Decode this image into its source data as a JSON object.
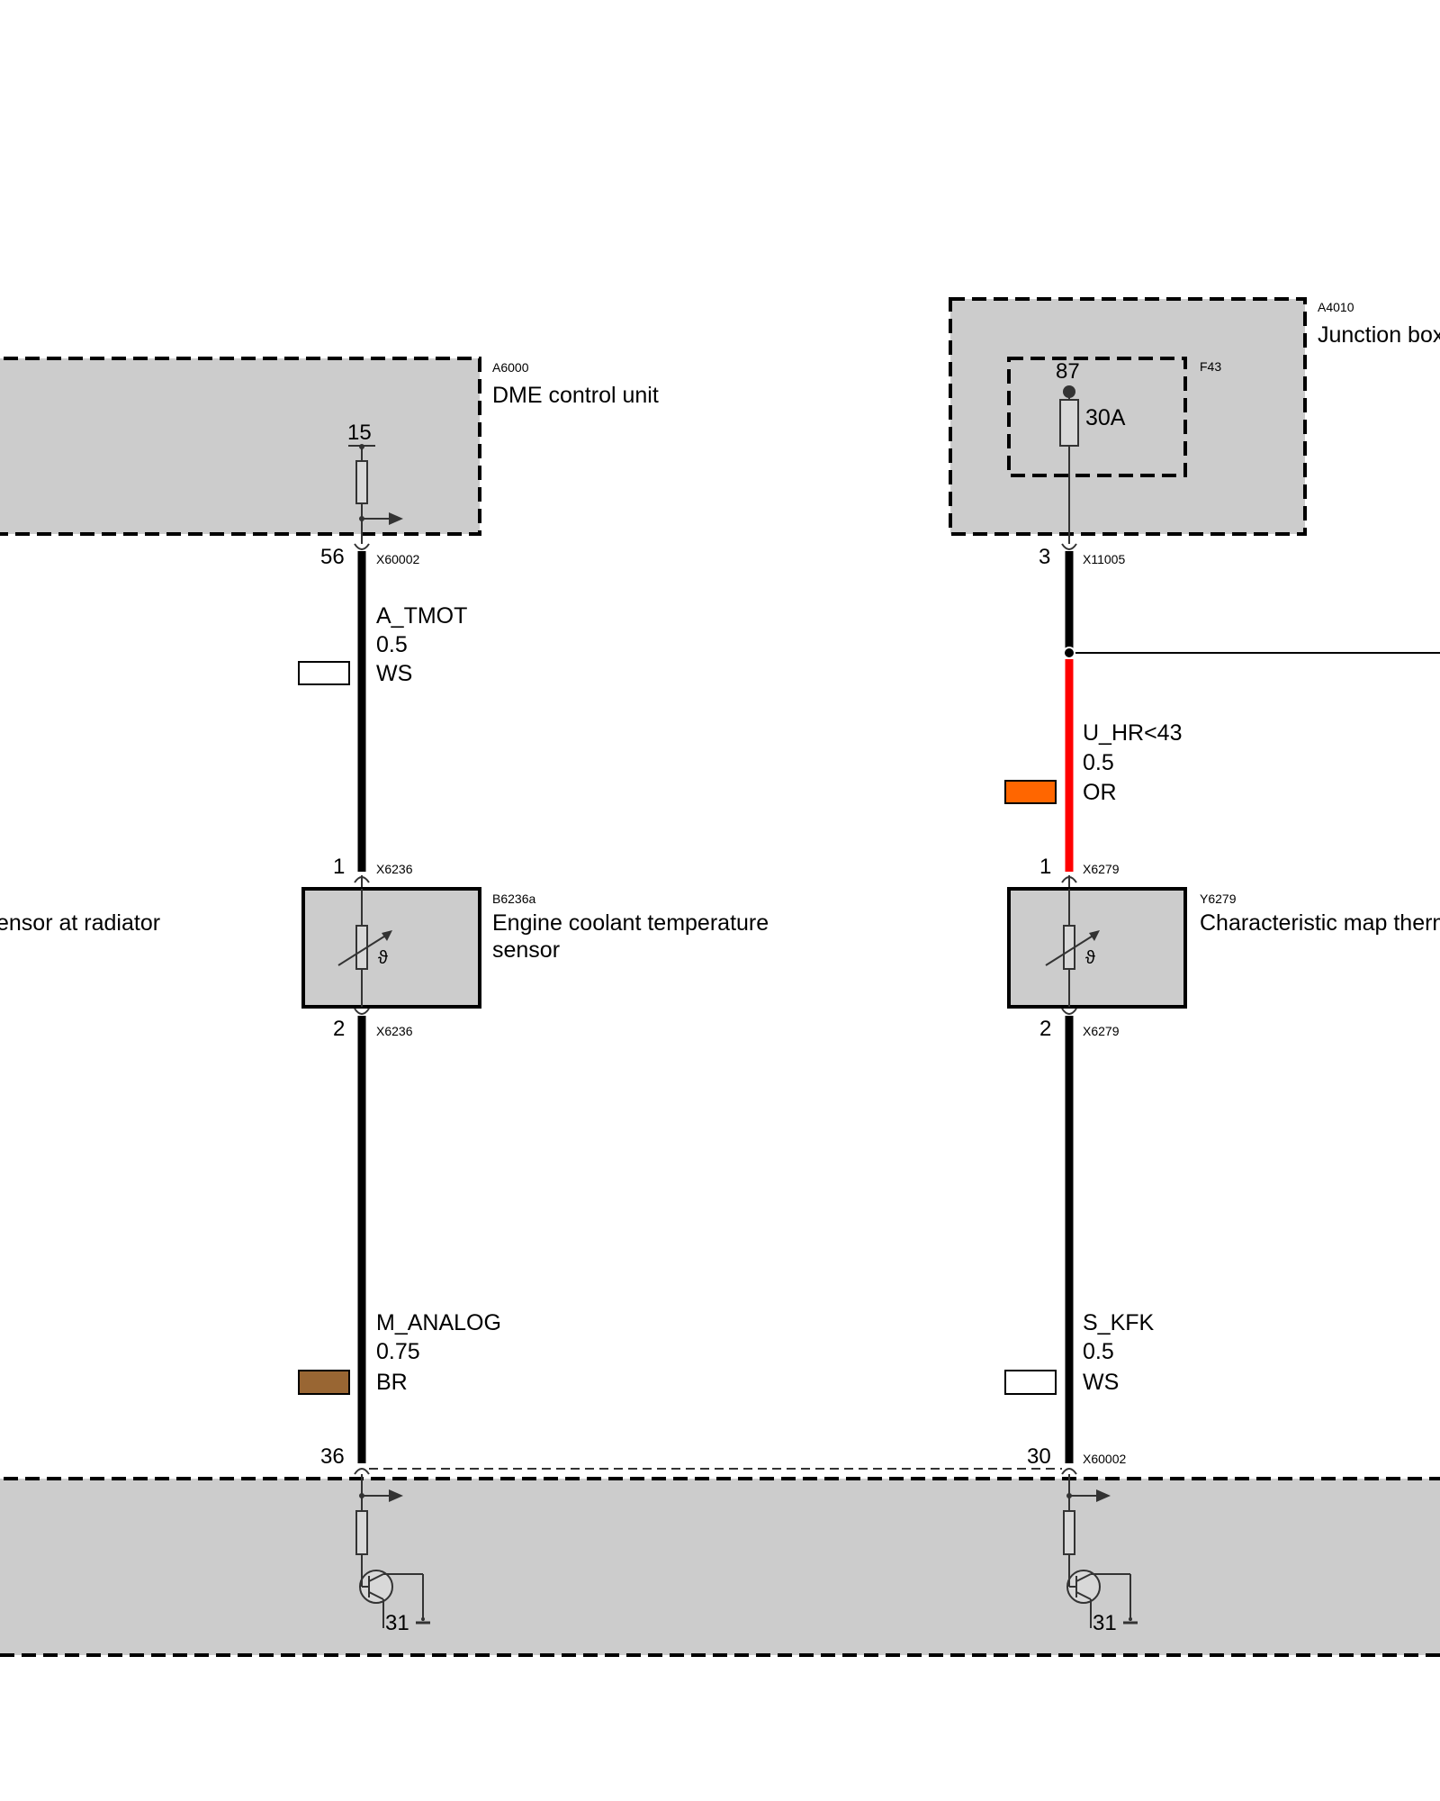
{
  "components": {
    "dme": {
      "id": "A6000",
      "name": "DME control unit",
      "pin15": "15"
    },
    "junction_box": {
      "id": "A4010",
      "name": "Junction box"
    },
    "fuse": {
      "id": "F43",
      "pin": "87",
      "rating": "30A"
    },
    "coolant_sensor": {
      "id": "B6236a",
      "name_line1": "Engine coolant temperature",
      "name_line2": "sensor"
    },
    "thermostat": {
      "id": "Y6279",
      "name": "Characteristic map therm"
    },
    "radiator_sensor": {
      "name_fragment": "ensor at radiator"
    },
    "theta_symbol": "ϑ"
  },
  "connectors": {
    "x60002_top": {
      "id": "X60002",
      "pin": "56"
    },
    "x11005": {
      "id": "X11005",
      "pin": "3"
    },
    "x6236_top": {
      "id": "X6236",
      "pin": "1"
    },
    "x6236_bottom": {
      "id": "X6236",
      "pin": "2"
    },
    "x6279_top": {
      "id": "X6279",
      "pin": "1"
    },
    "x6279_bottom": {
      "id": "X6279",
      "pin": "2"
    },
    "dme_bottom_left": {
      "pin": "36"
    },
    "dme_bottom_right": {
      "id": "X60002",
      "pin": "30"
    }
  },
  "wires": {
    "a_tmot": {
      "signal": "A_TMOT",
      "gauge": "0.5",
      "color_code": "WS",
      "swatch": "#ffffff"
    },
    "u_hr": {
      "signal": "U_HR<43",
      "gauge": "0.5",
      "color_code": "OR",
      "swatch": "#ff6600"
    },
    "m_analog": {
      "signal": "M_ANALOG",
      "gauge": "0.75",
      "color_code": "BR",
      "swatch": "#996633"
    },
    "s_kfk": {
      "signal": "S_KFK",
      "gauge": "0.5",
      "color_code": "WS",
      "swatch": "#ffffff"
    }
  },
  "ground": {
    "left": "31",
    "right": "31"
  }
}
